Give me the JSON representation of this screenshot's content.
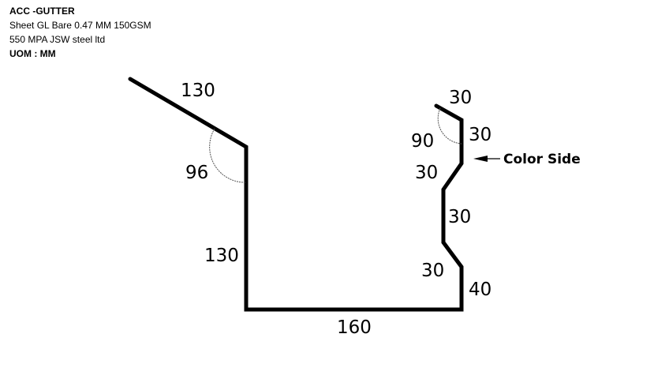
{
  "header": {
    "title": "ACC -GUTTER",
    "spec_line1": "Sheet GL Bare 0.47 MM 150GSM",
    "spec_line2": "550 MPA JSW steel ltd",
    "uom": "UOM : MM"
  },
  "diagram": {
    "dimensions": {
      "top_left_flange": "130",
      "left_angle": "96",
      "left_wall": "130",
      "base": "160",
      "right_wall_bottom": "40",
      "right_step_lower": "30",
      "right_vertical_mid": "30",
      "right_step_upper": "30",
      "right_vertical_top": "30",
      "top_right_flange": "30",
      "right_angle": "90"
    },
    "color_side_label": "Color Side"
  }
}
